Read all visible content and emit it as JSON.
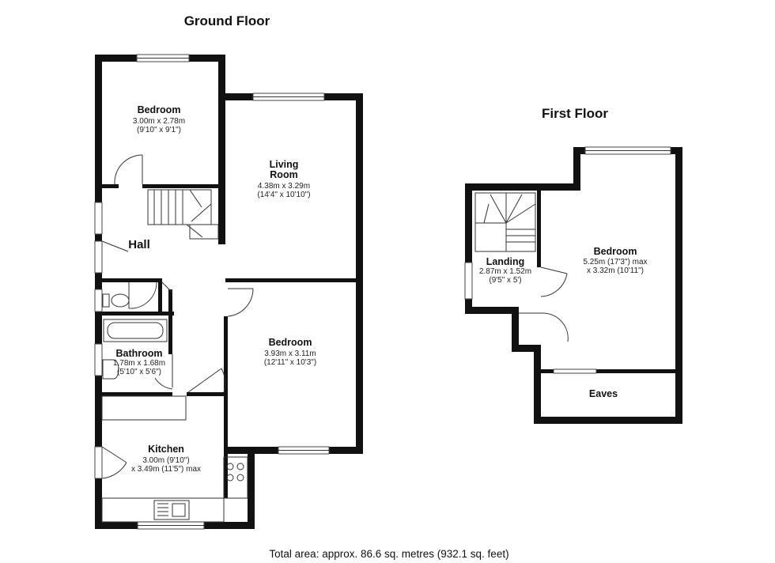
{
  "floors": {
    "ground": {
      "title": "Ground Floor"
    },
    "first": {
      "title": "First Floor"
    }
  },
  "rooms": {
    "bedroom_top": {
      "name": "Bedroom",
      "dim1": "3.00m x 2.78m",
      "dim2": "(9'10\" x 9'1\")"
    },
    "living": {
      "name1": "Living",
      "name2": "Room",
      "dim1": "4.38m x 3.29m",
      "dim2": "(14'4\" x 10'10\")"
    },
    "hall": {
      "name": "Hall"
    },
    "bedroom_mid": {
      "name": "Bedroom",
      "dim1": "3.93m x 3.11m",
      "dim2": "(12'11\" x 10'3\")"
    },
    "bathroom": {
      "name": "Bathroom",
      "dim1": "1.78m x 1.68m",
      "dim2": "(5'10\" x 5'6\")"
    },
    "kitchen": {
      "name": "Kitchen",
      "dim1": "3.00m (9'10\")",
      "dim2": "x 3.49m (11'5\") max"
    },
    "landing": {
      "name": "Landing",
      "dim1": "2.87m x 1.52m",
      "dim2": "(9'5\" x 5')"
    },
    "bedroom_first": {
      "name": "Bedroom",
      "dim1": "5.25m (17'3\") max",
      "dim2": "x 3.32m (10'11\")"
    },
    "eaves": {
      "name": "Eaves"
    }
  },
  "footer": {
    "total_area": "Total area: approx. 86.6 sq. metres (932.1 sq. feet)"
  },
  "colors": {
    "wall": "#111111",
    "background": "#ffffff",
    "line": "#333333"
  }
}
